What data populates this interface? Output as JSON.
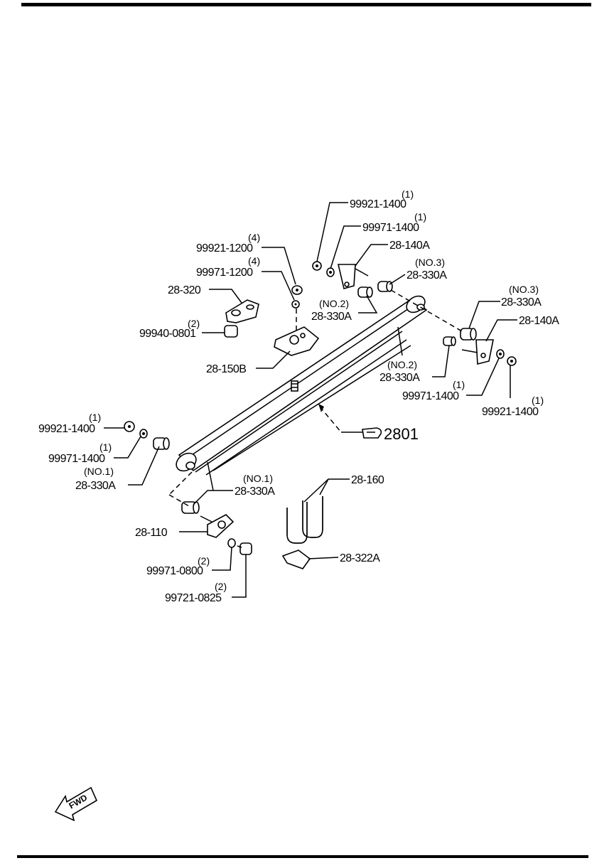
{
  "callouts": {
    "nut_14_top": {
      "qty": "(1)",
      "part": "99921-1400"
    },
    "washer_14_top": {
      "qty": "(1)",
      "part": "99971-1400"
    },
    "shackle_top": {
      "part": "28-140A"
    },
    "bushing_no3_top": {
      "qty": "(NO.3)",
      "part": "28-330A"
    },
    "nut_12": {
      "qty": "(4)",
      "part": "99921-1200"
    },
    "washer_12": {
      "qty": "(4)",
      "part": "99971-1200"
    },
    "bumper": {
      "part": "28-320"
    },
    "nut_08": {
      "qty": "(2)",
      "part": "99940-0801"
    },
    "bushing_no2_top": {
      "qty": "(NO.2)",
      "part": "28-330A"
    },
    "seat": {
      "part": "28-150B"
    },
    "bushing_no3_right": {
      "qty": "(NO.3)",
      "part": "28-330A"
    },
    "shackle_right": {
      "part": "28-140A"
    },
    "bushing_no2_right": {
      "qty": "(NO.2)",
      "part": "28-330A"
    },
    "washer_14_right": {
      "qty": "(1)",
      "part": "99971-1400"
    },
    "nut_14_right": {
      "qty": "(1)",
      "part": "99921-1400"
    },
    "spring_assembly": {
      "part": "2801"
    },
    "nut_14_left": {
      "qty": "(1)",
      "part": "99921-1400"
    },
    "washer_14_left": {
      "qty": "(1)",
      "part": "99971-1400"
    },
    "bushing_no1_left": {
      "qty": "(NO.1)",
      "part": "28-330A"
    },
    "bushing_no1_lower": {
      "qty": "(NO.1)",
      "part": "28-330A"
    },
    "u_bolt": {
      "part": "28-160"
    },
    "bracket": {
      "part": "28-110"
    },
    "plate": {
      "part": "28-322A"
    },
    "washer_08": {
      "qty": "(2)",
      "part": "99971-0800"
    },
    "bolt_08": {
      "qty": "(2)",
      "part": "99721-0825"
    }
  },
  "fwd_label": "FWD"
}
